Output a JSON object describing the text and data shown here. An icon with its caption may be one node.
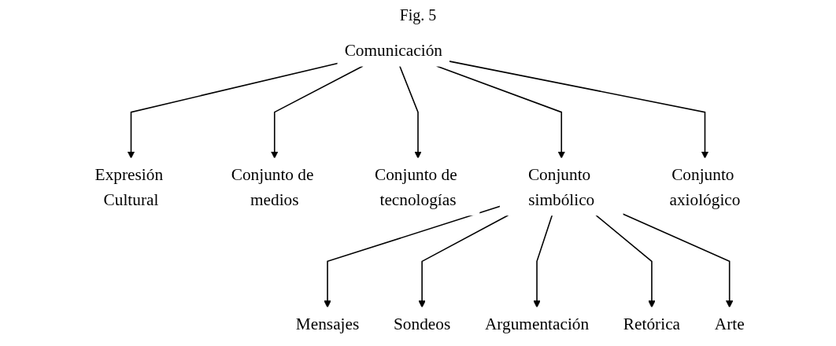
{
  "diagram": {
    "title": "Fig. 5",
    "nodes": [
      {
        "text": [
          "Comunicación"
        ]
      },
      {
        "text": [
          "Expresión Cultural"
        ]
      },
      {
        "text": [
          "Conjunto de medios"
        ]
      },
      {
        "text": [
          "Conjunto de tecnologías"
        ]
      },
      {
        "text": [
          "Conjunto simbólico"
        ]
      },
      {
        "text": [
          "Conjunto axiológico"
        ]
      },
      {
        "text": [
          "Mensajes"
        ]
      },
      {
        "text": [
          "Sondeos"
        ]
      },
      {
        "text": [
          "Argumentación"
        ]
      },
      {
        "text": [
          "Retórica"
        ]
      },
      {
        "text": [
          "Arte"
        ]
      }
    ],
    "edges": [
      {
        "from": 0,
        "to": 1,
        "arrow": "to"
      },
      {
        "from": 0,
        "to": 2,
        "arrow": "to"
      },
      {
        "from": 0,
        "to": 3,
        "arrow": "to"
      },
      {
        "from": 0,
        "to": 4,
        "arrow": "to"
      },
      {
        "from": 0,
        "to": 5,
        "arrow": "to"
      },
      {
        "from": 4,
        "to": 6,
        "arrow": "to"
      },
      {
        "from": 4,
        "to": 7,
        "arrow": "to"
      },
      {
        "from": 4,
        "to": 8,
        "arrow": "to"
      },
      {
        "from": 4,
        "to": 9,
        "arrow": "to"
      },
      {
        "from": 4,
        "to": 10,
        "arrow": "to"
      }
    ]
  }
}
